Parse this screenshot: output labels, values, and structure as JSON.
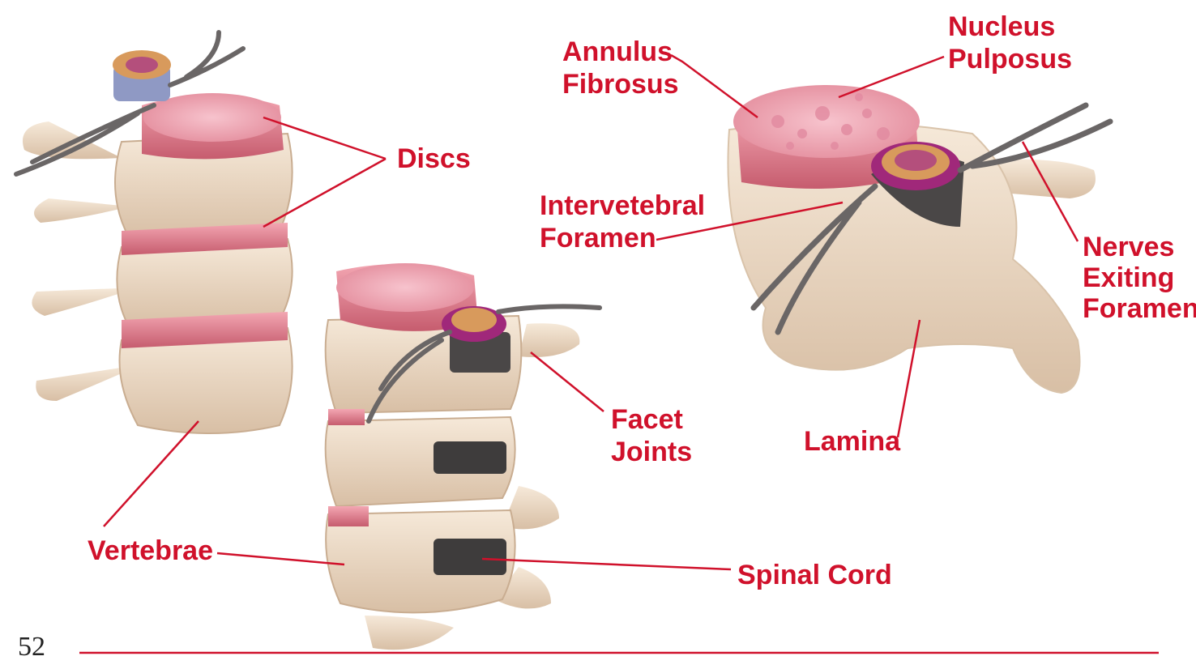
{
  "page_number": "52",
  "accent_color": "#d0112b",
  "labels": {
    "discs": "Discs",
    "annulus_fibrosus": [
      "Annulus",
      "Fibrosus"
    ],
    "nucleus_pulposus": [
      "Nucleus",
      "Pulposus"
    ],
    "intervertebral_foramen": [
      "Intervetebral",
      "Foramen"
    ],
    "nerves_exiting_foramen": [
      "Nerves",
      "Exiting",
      "Foramen"
    ],
    "facet_joints": [
      "Facet",
      "Joints"
    ],
    "lamina": "Lamina",
    "vertebrae": "Vertebrae",
    "spinal_cord": "Spinal Cord"
  }
}
